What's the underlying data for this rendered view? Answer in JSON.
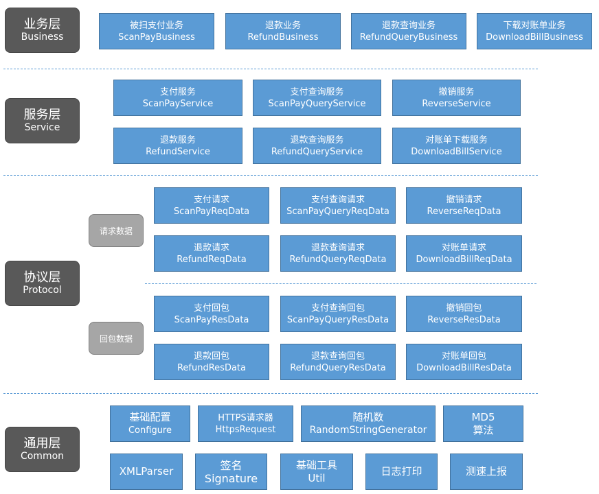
{
  "layers": {
    "business": {
      "cn": "业务层",
      "en": "Business",
      "boxes": [
        {
          "cn": "被扫支付业务",
          "en": "ScanPayBusiness"
        },
        {
          "cn": "退款业务",
          "en": "RefundBusiness"
        },
        {
          "cn": "退款查询业务",
          "en": "RefundQueryBusiness"
        },
        {
          "cn": "下载对账单业务",
          "en": "DownloadBillBusiness"
        }
      ]
    },
    "service": {
      "cn": "服务层",
      "en": "Service",
      "boxes": [
        {
          "cn": "支付服务",
          "en": "ScanPayService"
        },
        {
          "cn": "支付查询服务",
          "en": "ScanPayQueryService"
        },
        {
          "cn": "撤销服务",
          "en": "ReverseService"
        },
        {
          "cn": "退款服务",
          "en": "RefundService"
        },
        {
          "cn": "退款查询服务",
          "en": "RefundQueryService"
        },
        {
          "cn": "对账单下载服务",
          "en": "DownloadBillService"
        }
      ]
    },
    "protocol": {
      "cn": "协议层",
      "en": "Protocol",
      "request_label": "请求数据",
      "response_label": "回包数据",
      "request_boxes": [
        {
          "cn": "支付请求",
          "en": "ScanPayReqData"
        },
        {
          "cn": "支付查询请求",
          "en": "ScanPayQueryReqData"
        },
        {
          "cn": "撤销请求",
          "en": "ReverseReqData"
        },
        {
          "cn": "退款请求",
          "en": "RefundReqData"
        },
        {
          "cn": "退款查询请求",
          "en": "RefundQueryReqData"
        },
        {
          "cn": "对账单请求",
          "en": "DownloadBillReqData"
        }
      ],
      "response_boxes": [
        {
          "cn": "支付回包",
          "en": "ScanPayResData"
        },
        {
          "cn": "支付查询回包",
          "en": "ScanPayQueryResData"
        },
        {
          "cn": "撤销回包",
          "en": "ReverseResData"
        },
        {
          "cn": "退款回包",
          "en": "RefundResData"
        },
        {
          "cn": "退款查询回包",
          "en": "RefundQueryResData"
        },
        {
          "cn": "对账单回包",
          "en": "DownloadBillResData"
        }
      ]
    },
    "common": {
      "cn": "通用层",
      "en": "Common",
      "boxes": [
        {
          "cn": "基础配置",
          "en": "Configure"
        },
        {
          "cn": "HTTPS请求器",
          "en": "HttpsRequest"
        },
        {
          "cn": "随机数",
          "en": "RandomStringGenerator"
        },
        {
          "cn": "MD5",
          "en": "算法"
        },
        {
          "cn": "XMLParser",
          "en": ""
        },
        {
          "cn": "签名",
          "en": "Signature"
        },
        {
          "cn": "基础工具",
          "en": "Util"
        },
        {
          "cn": "日志打印",
          "en": ""
        },
        {
          "cn": "测速上报",
          "en": ""
        }
      ]
    }
  },
  "colors": {
    "box_fill": "#5b9bd5",
    "box_border": "#41719c",
    "layer_label_fill": "#595959",
    "sub_label_fill": "#a6a6a6",
    "separator": "#5b9bd5"
  }
}
